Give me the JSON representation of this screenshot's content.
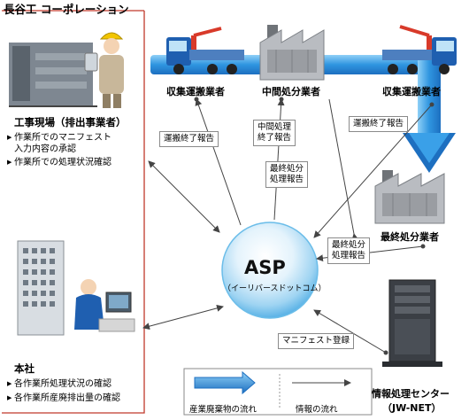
{
  "company_title": "長谷工 コーポレーション",
  "worksite": {
    "title": "工事現場（排出事業者）",
    "bullets": [
      "作業所でのマニフェスト",
      "入力内容の承認",
      "作業所での処理状況確認"
    ]
  },
  "headoffice": {
    "title": "本社",
    "bullets": [
      "各作業所処理状況の確認",
      "各作業所産廃排出量の確認"
    ]
  },
  "nodes": {
    "collector_left": "収集運搬業者",
    "intermediate": "中間処分業者",
    "collector_right": "収集運搬業者",
    "final_disposal": "最終処分業者",
    "jwnet_line1": "情報処理センター",
    "jwnet_line2": "（JW-NET）"
  },
  "asp": {
    "title": "ASP",
    "subtitle": "（イーリバースドットコム）"
  },
  "reports": {
    "transport_done_left": "運搬終了報告",
    "intermediate_done_l1": "中間処理",
    "intermediate_done_l2": "終了報告",
    "final_disposal_l1": "最終処分",
    "final_disposal_l2": "処理報告",
    "transport_done_right": "運搬終了報告",
    "final_disposal2_l1": "最終処分",
    "final_disposal2_l2": "処理報告",
    "manifest_register": "マニフェスト登録"
  },
  "legend": {
    "waste_flow": "産業廃棄物の流れ",
    "info_flow": "情報の流れ"
  },
  "colors": {
    "frame_red": "#c0392b",
    "flow_blue": "#2f8fd8",
    "truck_blue": "#1f5fb0",
    "crane_red": "#d83a2a",
    "factory_gray": "#9a9da2"
  }
}
